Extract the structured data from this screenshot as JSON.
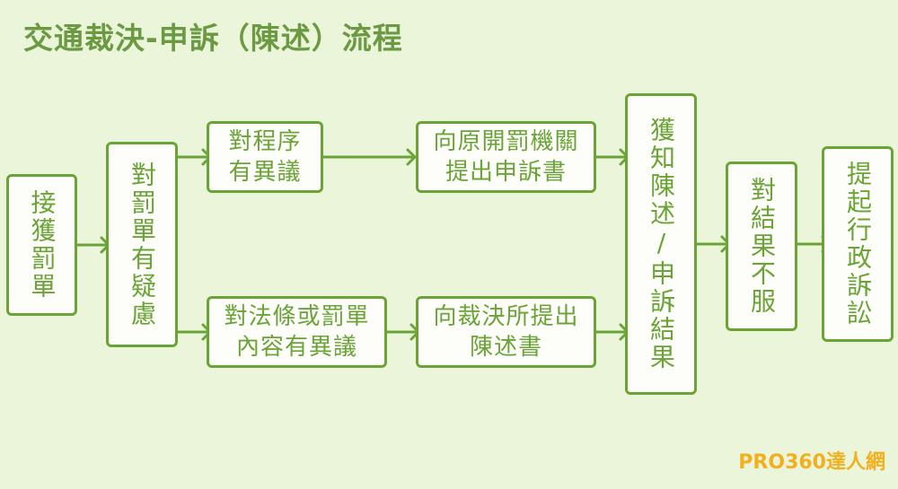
{
  "title": "交通裁決-申訴（陳述）流程",
  "nodes": {
    "receive_ticket": "接獲罰單",
    "doubt_ticket": "對罰單有疑慮",
    "objection_procedure": [
      "對程序",
      "有異議"
    ],
    "objection_law": [
      "對法條或罰單",
      "內容有異議"
    ],
    "appeal_agency": [
      "向原開罰機關",
      "提出申訴書"
    ],
    "statement_court": [
      "向裁決所提出",
      "陳述書"
    ],
    "result": "獲知陳述/申訴結果",
    "disagree": "對結果不服",
    "lawsuit": "提起行政訴訟"
  },
  "colors": {
    "accent": "#6aa436",
    "title": "#6b9a42",
    "brand": "#f2b01e",
    "background": "#eaf5da"
  },
  "brand": "PRO360達人網"
}
